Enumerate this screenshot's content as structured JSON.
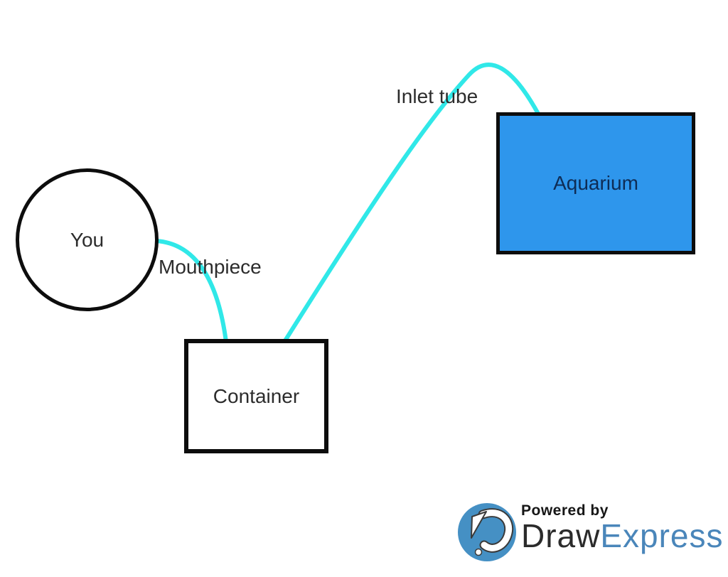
{
  "diagram": {
    "nodes": [
      {
        "id": "you",
        "label": "You",
        "shape": "circle"
      },
      {
        "id": "container",
        "label": "Container",
        "shape": "rectangle"
      },
      {
        "id": "aquarium",
        "label": "Aquarium",
        "shape": "rectangle"
      }
    ],
    "edges": [
      {
        "id": "mouthpiece",
        "label": "Mouthpiece",
        "from": "you",
        "to": "container",
        "style": "curved-tube"
      },
      {
        "id": "inlet-tube",
        "label": "Inlet tube",
        "from": "container",
        "to": "aquarium",
        "style": "curved-tube"
      }
    ],
    "colors": {
      "tube": "#30e8e8",
      "outline": "#0d0d0d",
      "aquarium_fill": "#2e96ec",
      "aquarium_text": "#0e2c55",
      "label_text": "#2c2c2c",
      "background": "#ffffff"
    }
  },
  "watermark": {
    "powered_by": "Powered by",
    "brand": "DrawExpress",
    "brand_draw": "Draw",
    "brand_express": "Express",
    "icon": "drawexpress-logo-icon",
    "colors": {
      "icon_circle": "#4590c4",
      "draw": "#2b2b2b",
      "express": "#4a86ba",
      "powered_by": "#161616"
    }
  }
}
